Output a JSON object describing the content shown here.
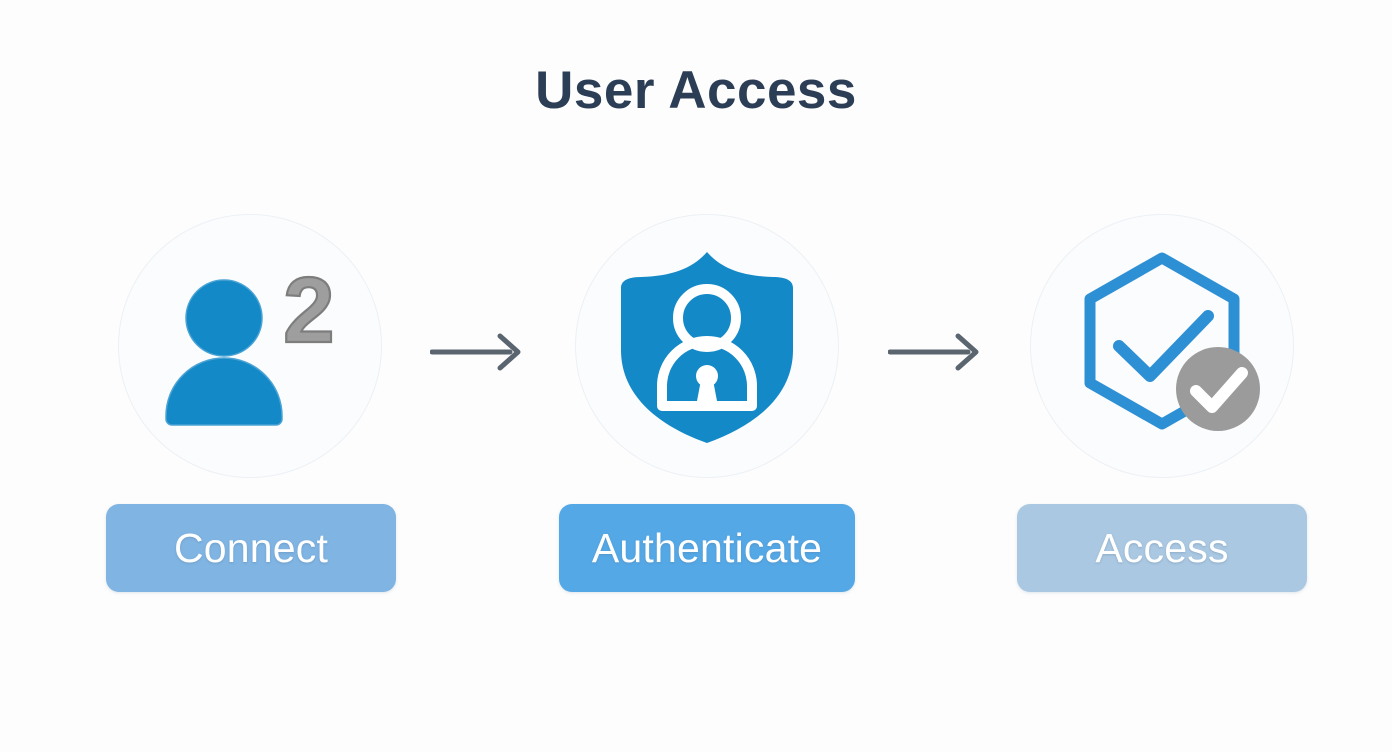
{
  "page": {
    "title": "User Access",
    "background_color": "#fdfdfd",
    "title_color": "#2c3e56"
  },
  "colors": {
    "icon_blue": "#1489c8",
    "hexagon_blue": "#2e90d4",
    "badge_gray": "#9b9b9b",
    "numeral_gray": "#9e9e9e",
    "arrow_gray": "#5a6570",
    "circle_bg": "#fbfcfd"
  },
  "flow": {
    "steps": [
      {
        "id": "connect",
        "icon": "user-with-count-icon",
        "icon_badge_value": "2",
        "label": "Connect",
        "button_color": "#7fb4e3"
      },
      {
        "id": "authenticate",
        "icon": "shield-user-lock-icon",
        "label": "Authenticate",
        "button_color": "#54a8e6"
      },
      {
        "id": "access",
        "icon": "hexagon-check-verified-icon",
        "label": "Access",
        "button_color": "#aac8e2"
      }
    ],
    "connectors": [
      {
        "id": "connector-1",
        "icon": "arrow-right-icon"
      },
      {
        "id": "connector-2",
        "icon": "arrow-right-icon"
      }
    ]
  }
}
